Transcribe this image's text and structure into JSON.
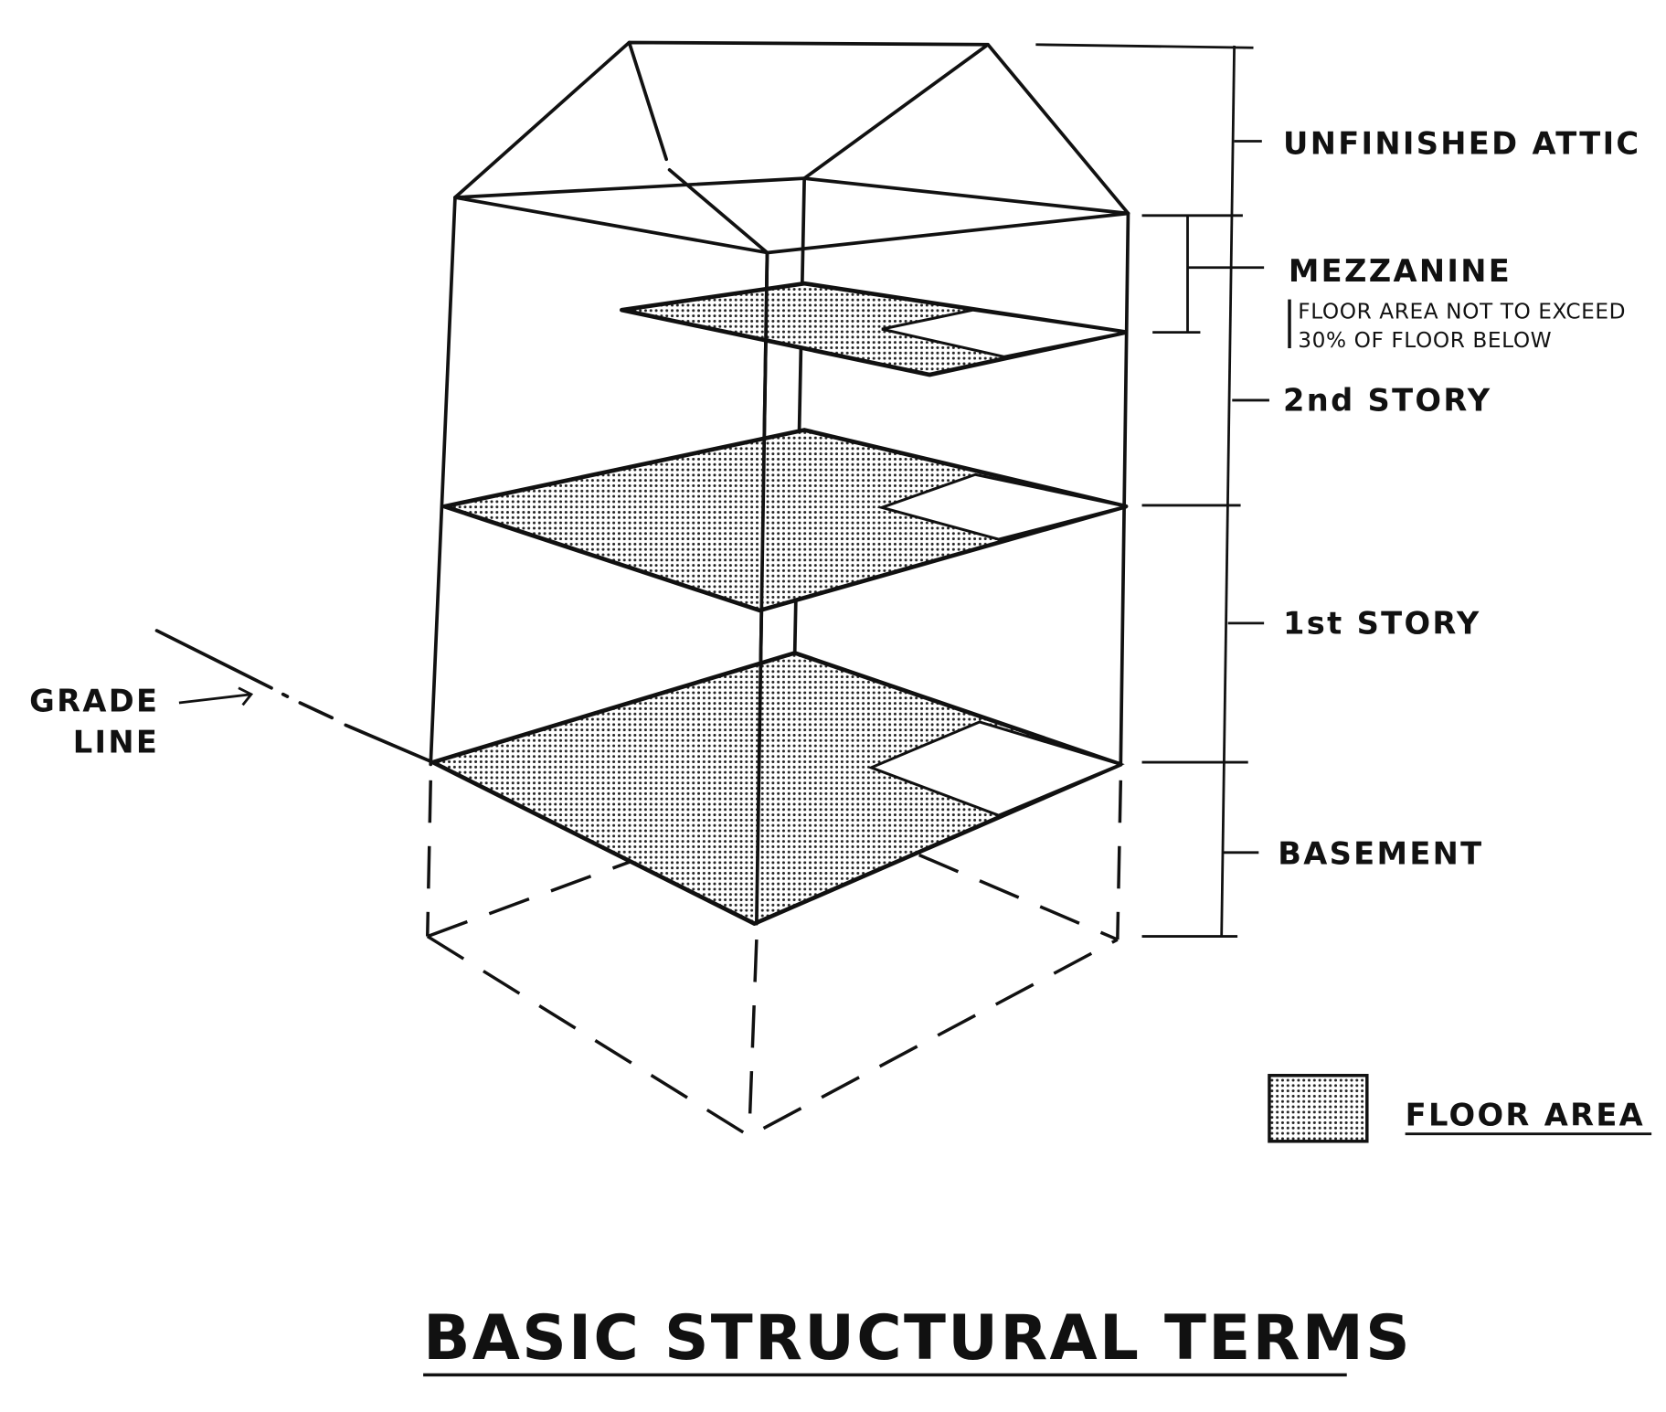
{
  "labels": {
    "attic": "UNFINISHED ATTIC",
    "mezzanine": "MEZZANINE",
    "mezzanine_note_1": "FLOOR AREA NOT TO EXCEED",
    "mezzanine_note_2": "30% OF FLOOR BELOW",
    "second_story": "2nd STORY",
    "first_story": "1st STORY",
    "basement": "BASEMENT",
    "grade_1": "GRADE",
    "grade_2": "LINE"
  },
  "legend": {
    "floor_area": "FLOOR AREA"
  },
  "title": "BASIC STRUCTURAL TERMS"
}
